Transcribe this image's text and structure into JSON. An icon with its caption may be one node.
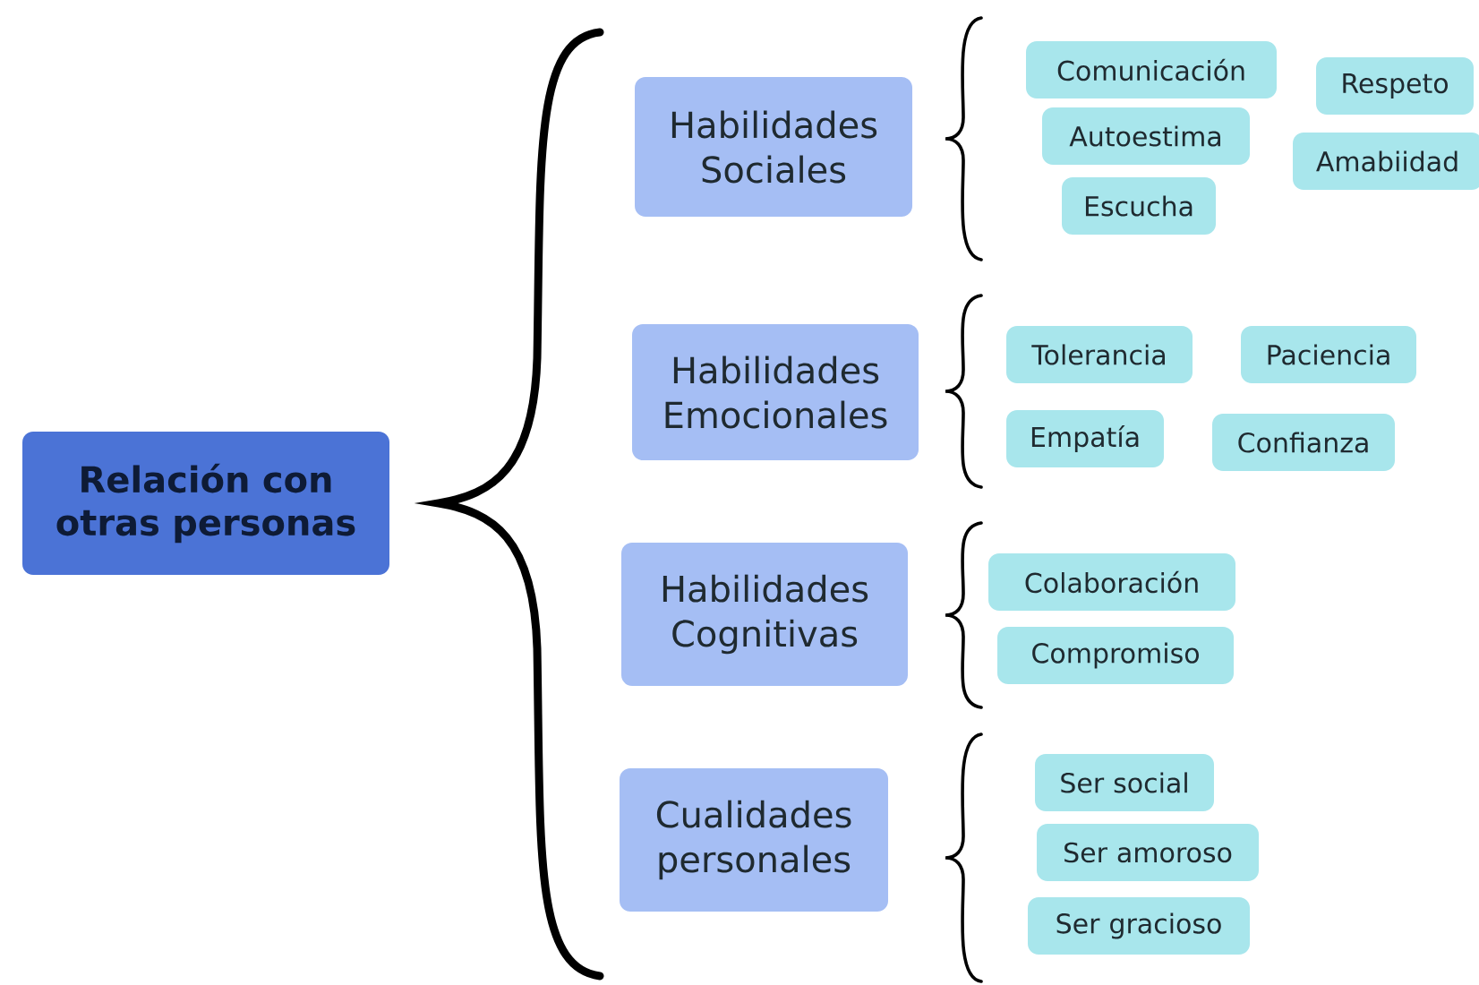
{
  "diagram": {
    "nodes": [
      {
        "text": [
          "Relación con otras personas"
        ]
      },
      {
        "text": [
          "Habilidades Sociales"
        ]
      },
      {
        "text": [
          "Comunicación"
        ]
      },
      {
        "text": [
          "Respeto"
        ]
      },
      {
        "text": [
          "Autoestima"
        ]
      },
      {
        "text": [
          "Amabiidad"
        ]
      },
      {
        "text": [
          "Escucha"
        ]
      },
      {
        "text": [
          "Habilidades Emocionales"
        ]
      },
      {
        "text": [
          "Tolerancia"
        ]
      },
      {
        "text": [
          "Paciencia"
        ]
      },
      {
        "text": [
          "Empatía"
        ]
      },
      {
        "text": [
          "Confianza"
        ]
      },
      {
        "text": [
          "Habilidades Cognitivas"
        ]
      },
      {
        "text": [
          "Colaboración"
        ]
      },
      {
        "text": [
          "Compromiso"
        ]
      },
      {
        "text": [
          "Cualidades personales"
        ]
      },
      {
        "text": [
          "Ser social"
        ]
      },
      {
        "text": [
          "Ser amoroso"
        ]
      },
      {
        "text": [
          "Ser gracioso"
        ]
      }
    ]
  }
}
